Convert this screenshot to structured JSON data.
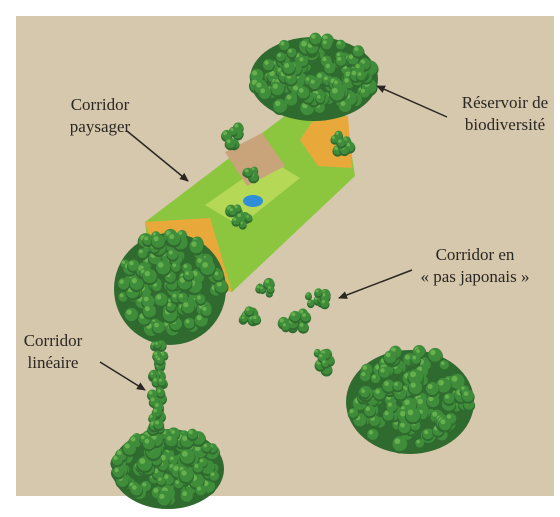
{
  "labels": {
    "reservoir": "Réservoir de\nbiodiversité",
    "paysager": "Corridor\npaysager",
    "japonais": "Corridor en\n« pas japonais »",
    "lineaire": "Corridor\nlinéaire"
  },
  "colors": {
    "background": "#d6c8ad",
    "forest_base": "#2f6a2f",
    "tree_canopy": "#3f8d3a",
    "tree_highlight": "#66b04d",
    "meadow": "#8cc63f",
    "meadow_light": "#b5d957",
    "crop_field": "#e9a93a",
    "plowed_field": "#c9a47a",
    "pond": "#2f8fd6",
    "arrow": "#2a2622"
  }
}
